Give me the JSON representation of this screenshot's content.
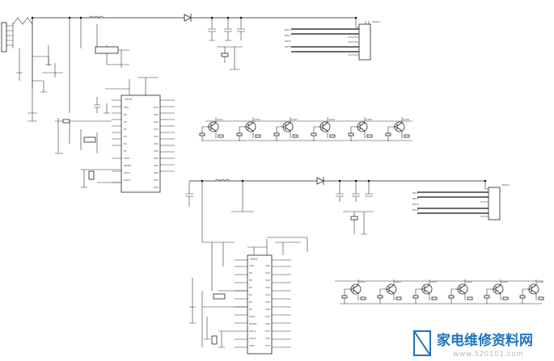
{
  "watermark": {
    "name": "家电维修资料网",
    "url": "www.520101.com",
    "accent": "#1e73be"
  },
  "top_circuit": {
    "ic_label": "U101",
    "ic_pins_left": [
      "VSS",
      "P6",
      "P5",
      "P4",
      "P3",
      "P2",
      "P1",
      "TEST",
      "RESET",
      "OSC1",
      "OSC2"
    ],
    "ic_pins_right": [
      "VDD",
      "P40",
      "P41",
      "P42",
      "P43",
      "P44",
      "P45",
      "P46",
      "P47",
      "P50",
      "P51",
      "P52"
    ],
    "connector_label": "CN101",
    "connector_lines": [
      "KEY1",
      "KEY2",
      "KEY3",
      "KEY4"
    ],
    "drivers": [
      "Q101",
      "Q102",
      "Q103",
      "Q104",
      "Q105",
      "Q106"
    ]
  },
  "bottom_circuit": {
    "ic_label": "U201",
    "ic_pins_left": [
      "VSS",
      "P6",
      "P5",
      "P4",
      "P3",
      "P2",
      "P1",
      "TEST",
      "RESET",
      "OSC1",
      "OSC2",
      "VDD"
    ],
    "ic_pins_right": [
      "P40",
      "P41",
      "P42",
      "P43",
      "P44",
      "P45",
      "P46",
      "P47",
      "P50",
      "P51",
      "P52",
      "P53"
    ],
    "connector_label": "CN201",
    "connector_lines": [
      "KEY1",
      "KEY2",
      "KEY3",
      "KEY4"
    ],
    "drivers": [
      "Q201",
      "Q202",
      "Q203",
      "Q204",
      "Q205",
      "Q206"
    ]
  }
}
